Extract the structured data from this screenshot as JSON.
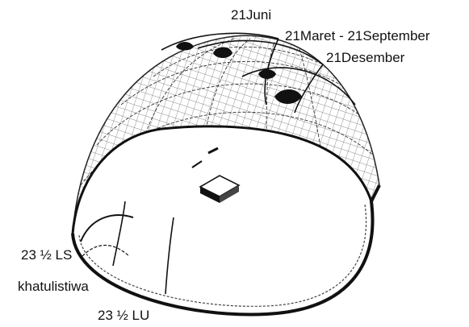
{
  "labels": {
    "june": "21Juni",
    "equinox": "21Maret - 21September",
    "december": "21Desember",
    "tropic_south": "23 ½ LS",
    "equator": "khatulistiwa",
    "tropic_north": "23 ½ LU"
  },
  "colors": {
    "ink": "#111111",
    "grid": "#555555",
    "background": "#ffffff"
  }
}
